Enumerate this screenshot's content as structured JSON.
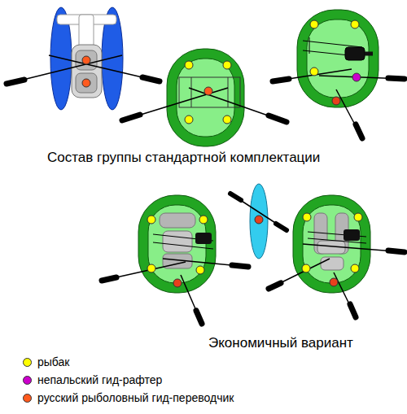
{
  "diagram": {
    "labels": [
      "Состав группы стандартной комплектации",
      "Экономичный вариант"
    ],
    "legend": [
      {
        "text": "рыбак",
        "color": "#ffff00"
      },
      {
        "text": "непальский гид-рафтер",
        "color": "#cc00cc"
      },
      {
        "text": "русский рыболовный гид-переводчик",
        "color": "#ff5a1e"
      }
    ]
  }
}
